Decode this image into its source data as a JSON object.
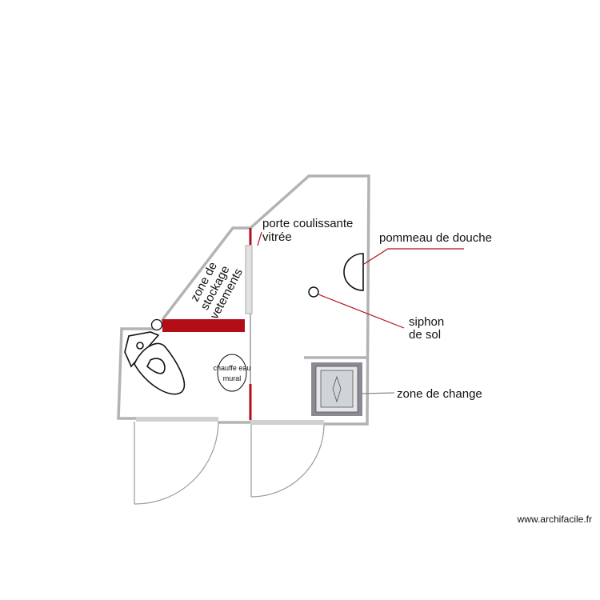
{
  "labels": {
    "sliding_door_line1": "porte coulissante",
    "sliding_door_line2": "vitrée",
    "shower_head": "pommeau de douche",
    "drain_line1": "siphon",
    "drain_line2": "de sol",
    "changing_area": "zone de change",
    "storage_line1": "zone de",
    "storage_line2": "stockage",
    "storage_line3": "vetements",
    "water_heater_line1": "chauffe eau",
    "water_heater_line2": "mural"
  },
  "watermark": "www.archifacile.fr",
  "colors": {
    "wall": "#b3b3b3",
    "accent": "#b30d18",
    "cabinet": "#8a8a92",
    "line": "#111111"
  }
}
